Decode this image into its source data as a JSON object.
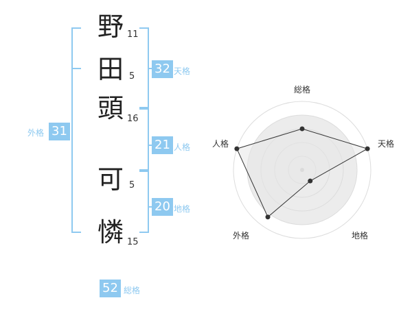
{
  "name": {
    "characters": [
      {
        "char": "野",
        "strokes": "11"
      },
      {
        "char": "田",
        "strokes": "5"
      },
      {
        "char": "頭",
        "strokes": "16"
      },
      {
        "char": "可",
        "strokes": "5"
      },
      {
        "char": "憐",
        "strokes": "15"
      }
    ]
  },
  "fortune": {
    "tenkaku": {
      "value": "32",
      "label": "天格"
    },
    "jinkaku": {
      "value": "21",
      "label": "人格"
    },
    "chikaku": {
      "value": "20",
      "label": "地格"
    },
    "gaikaku": {
      "value": "31",
      "label": "外格"
    },
    "soukaku": {
      "value": "52",
      "label": "総格"
    }
  },
  "chart_data": {
    "type": "radar",
    "axes": [
      "総格",
      "天格",
      "地格",
      "外格",
      "人格"
    ],
    "values": [
      0.6,
      1.0,
      0.2,
      0.85,
      1.0
    ],
    "max": 1.0,
    "rings": 5
  }
}
